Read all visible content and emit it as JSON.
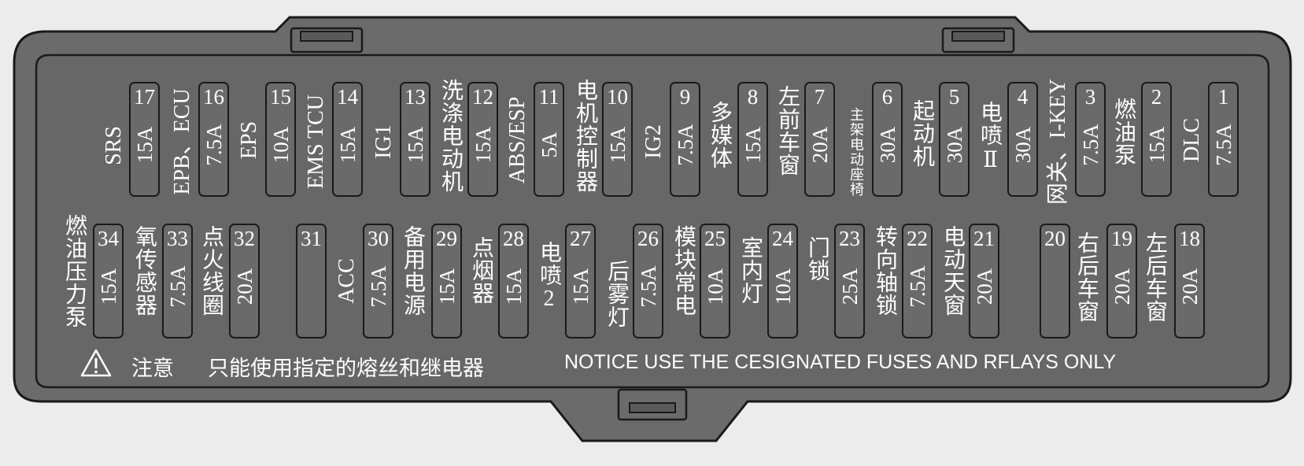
{
  "fuses_top": [
    {
      "number": "17",
      "amp": "15A",
      "label": "SRS"
    },
    {
      "number": "16",
      "amp": "7.5A",
      "label": "EPB、ECU"
    },
    {
      "number": "15",
      "amp": "10A",
      "label": "EPS"
    },
    {
      "number": "14",
      "amp": "15A",
      "label": "EMS TCU"
    },
    {
      "number": "13",
      "amp": "15A",
      "label": "IG1"
    },
    {
      "number": "12",
      "amp": "15A",
      "label": "洗涤电动机"
    },
    {
      "number": "11",
      "amp": "5A",
      "label": "ABS/ESP"
    },
    {
      "number": "10",
      "amp": "15A",
      "label": "电机控制器"
    },
    {
      "number": "9",
      "amp": "7.5A",
      "label": "IG2"
    },
    {
      "number": "8",
      "amp": "15A",
      "label": "多媒体"
    },
    {
      "number": "7",
      "amp": "20A",
      "label": "左前车窗"
    },
    {
      "number": "6",
      "amp": "30A",
      "label": "主架电动座椅"
    },
    {
      "number": "5",
      "amp": "30A",
      "label": "起动机"
    },
    {
      "number": "4",
      "amp": "30A",
      "label": "电喷Ⅱ"
    },
    {
      "number": "3",
      "amp": "7.5A",
      "label": "网关、I-KEY"
    },
    {
      "number": "2",
      "amp": "15A",
      "label": "燃油泵"
    },
    {
      "number": "1",
      "amp": "7.5A",
      "label": "DLC"
    }
  ],
  "fuses_bottom": [
    {
      "number": "34",
      "amp": "15A",
      "label": "燃油压力泵"
    },
    {
      "number": "33",
      "amp": "7.5A",
      "label": "氧传感器"
    },
    {
      "number": "32",
      "amp": "20A",
      "label": "点火线圈"
    },
    {
      "number": "31",
      "amp": "",
      "label": ""
    },
    {
      "number": "30",
      "amp": "7.5A",
      "label": "ACC"
    },
    {
      "number": "29",
      "amp": "15A",
      "label": "备用电源"
    },
    {
      "number": "28",
      "amp": "15A",
      "label": "点烟器"
    },
    {
      "number": "27",
      "amp": "15A",
      "label": "电喷2"
    },
    {
      "number": "26",
      "amp": "7.5A",
      "label": "后雾灯"
    },
    {
      "number": "25",
      "amp": "10A",
      "label": "模块常电"
    },
    {
      "number": "24",
      "amp": "10A",
      "label": "室内灯"
    },
    {
      "number": "23",
      "amp": "25A",
      "label": "门锁"
    },
    {
      "number": "22",
      "amp": "7.5A",
      "label": "转向轴锁"
    },
    {
      "number": "21",
      "amp": "20A",
      "label": "电动天窗"
    },
    {
      "number": "20",
      "amp": "",
      "label": "右后车窗"
    },
    {
      "number": "19",
      "amp": "20A",
      "label": "左后车窗"
    },
    {
      "number": "18",
      "amp": "20A",
      "label": ""
    }
  ],
  "notice": {
    "icon": "warning-triangle-icon",
    "cn_label": "注意",
    "cn_text": "只能使用指定的熔丝和继电器",
    "en_text": "NOTICE USE THE CESIGNATED FUSES AND RFLAYS ONLY"
  },
  "colors": {
    "background": "#ececec",
    "panel": "#6b6b6b",
    "panel_inner": "#676767",
    "outline": "#1a1a1a",
    "text": "#ffffff"
  }
}
